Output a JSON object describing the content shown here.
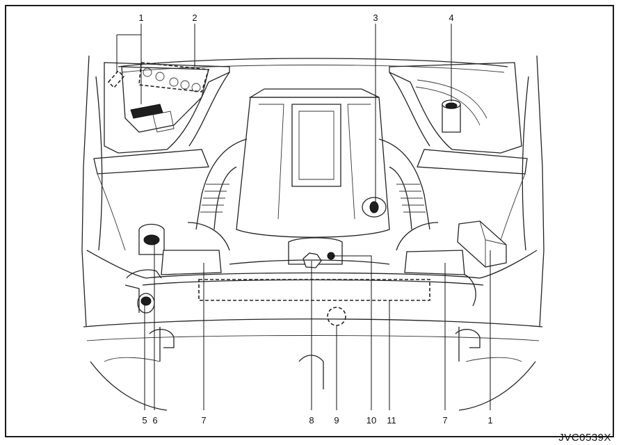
{
  "figure_code": "JVC0539X",
  "callouts": {
    "c1a": "1",
    "c2": "2",
    "c3": "3",
    "c4": "4",
    "c5": "5",
    "c6": "6",
    "c7a": "7",
    "c8": "8",
    "c9": "9",
    "c10": "10",
    "c11": "11",
    "c7b": "7",
    "c1b": "1"
  }
}
